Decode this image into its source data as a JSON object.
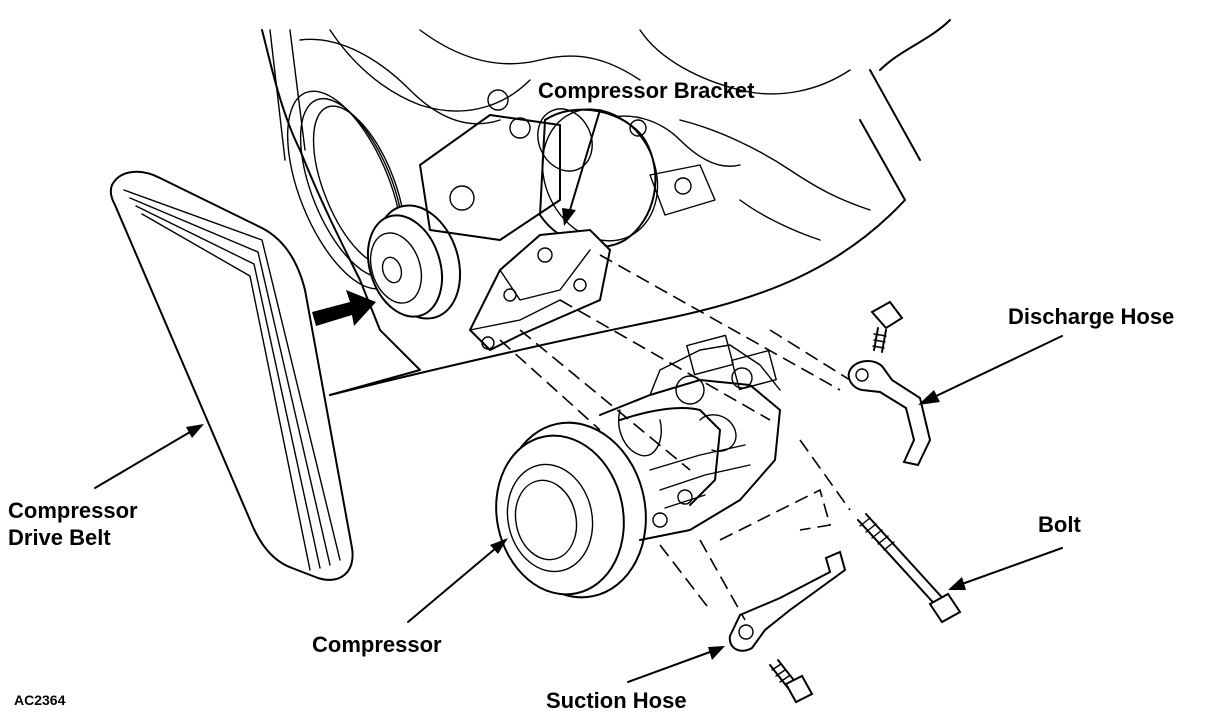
{
  "labels": {
    "compressor_bracket": "Compressor Bracket",
    "discharge_hose": "Discharge Hose",
    "compressor_drive_belt_line1": "Compressor",
    "compressor_drive_belt_line2": "Drive Belt",
    "bolt": "Bolt",
    "compressor": "Compressor",
    "suction_hose": "Suction Hose",
    "figure_id": "AC2364"
  },
  "colors": {
    "ink": "#000000",
    "paper": "#ffffff"
  }
}
